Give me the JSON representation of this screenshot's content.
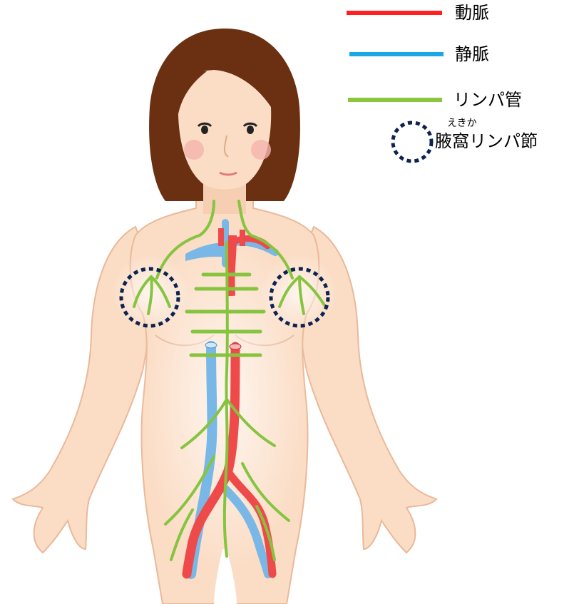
{
  "legend": {
    "artery": {
      "label": "動脈",
      "color": "#ff1f1f"
    },
    "vein": {
      "label": "静脈",
      "color": "#1aa7e6"
    },
    "lymph_vessel": {
      "label": "リンパ管",
      "color": "#8cc63f"
    },
    "axillary_node": {
      "label": "腋窩リンパ節",
      "ruby": "えきか",
      "color": "#0d2350"
    }
  },
  "colors": {
    "skin": "#fbdcc4",
    "skin_edge": "#e9b99a",
    "hair": "#6b2f12",
    "hair_dark": "#4f2008",
    "vein_fill": "#79b8e6",
    "artery_fill": "#ef4a4a",
    "lymph": "#86c440",
    "node_ring": "#0d2350"
  }
}
